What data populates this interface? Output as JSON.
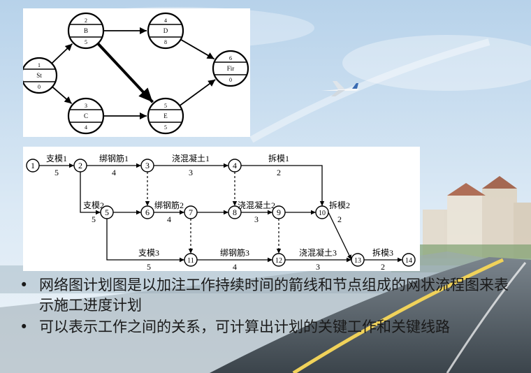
{
  "diagram_top": {
    "nodes": [
      {
        "id": "St",
        "top": "1",
        "bottom": "0"
      },
      {
        "id": "B",
        "top": "2",
        "bottom": "5"
      },
      {
        "id": "C",
        "top": "3",
        "bottom": "4"
      },
      {
        "id": "D",
        "top": "4",
        "bottom": "8"
      },
      {
        "id": "E",
        "top": "5",
        "bottom": "5"
      },
      {
        "id": "Fir",
        "top": "6",
        "bottom": "0"
      }
    ],
    "edges": [
      [
        "St",
        "B"
      ],
      [
        "St",
        "C"
      ],
      [
        "B",
        "D"
      ],
      [
        "B",
        "E"
      ],
      [
        "C",
        "E"
      ],
      [
        "D",
        "Fir"
      ],
      [
        "E",
        "Fir"
      ]
    ],
    "critical_edge": [
      "B",
      "E"
    ]
  },
  "diagram_bottom": {
    "nodes": [
      "1",
      "2",
      "3",
      "4",
      "5",
      "6",
      "7",
      "8",
      "9",
      "10",
      "11",
      "12",
      "13",
      "14"
    ],
    "activities": [
      {
        "name": "支模1",
        "duration": "5"
      },
      {
        "name": "绑钢筋1",
        "duration": "4"
      },
      {
        "name": "浇混凝土1",
        "duration": "3"
      },
      {
        "name": "拆模1",
        "duration": "2"
      },
      {
        "name": "支模2",
        "duration": "5"
      },
      {
        "name": "绑钢筋2",
        "duration": "4"
      },
      {
        "name": "浇混凝土2",
        "duration": "3"
      },
      {
        "name": "拆模2",
        "duration": "2"
      },
      {
        "name": "支模3",
        "duration": "5"
      },
      {
        "name": "绑钢筋3",
        "duration": "4"
      },
      {
        "name": "浇混凝土3",
        "duration": "3"
      },
      {
        "name": "拆模3",
        "duration": "2"
      }
    ]
  },
  "bullets": [
    "网络图计划图是以加注工作持续时间的箭线和节点组成的网状流程图来表示施工进度计划",
    "可以表示工作之间的关系，可计算出计划的关键工作和关键线路"
  ],
  "bullet_symbol": "•",
  "colors": {
    "sky": "#c9def0",
    "road": "#4a5560",
    "text": "#1a1a1a"
  }
}
